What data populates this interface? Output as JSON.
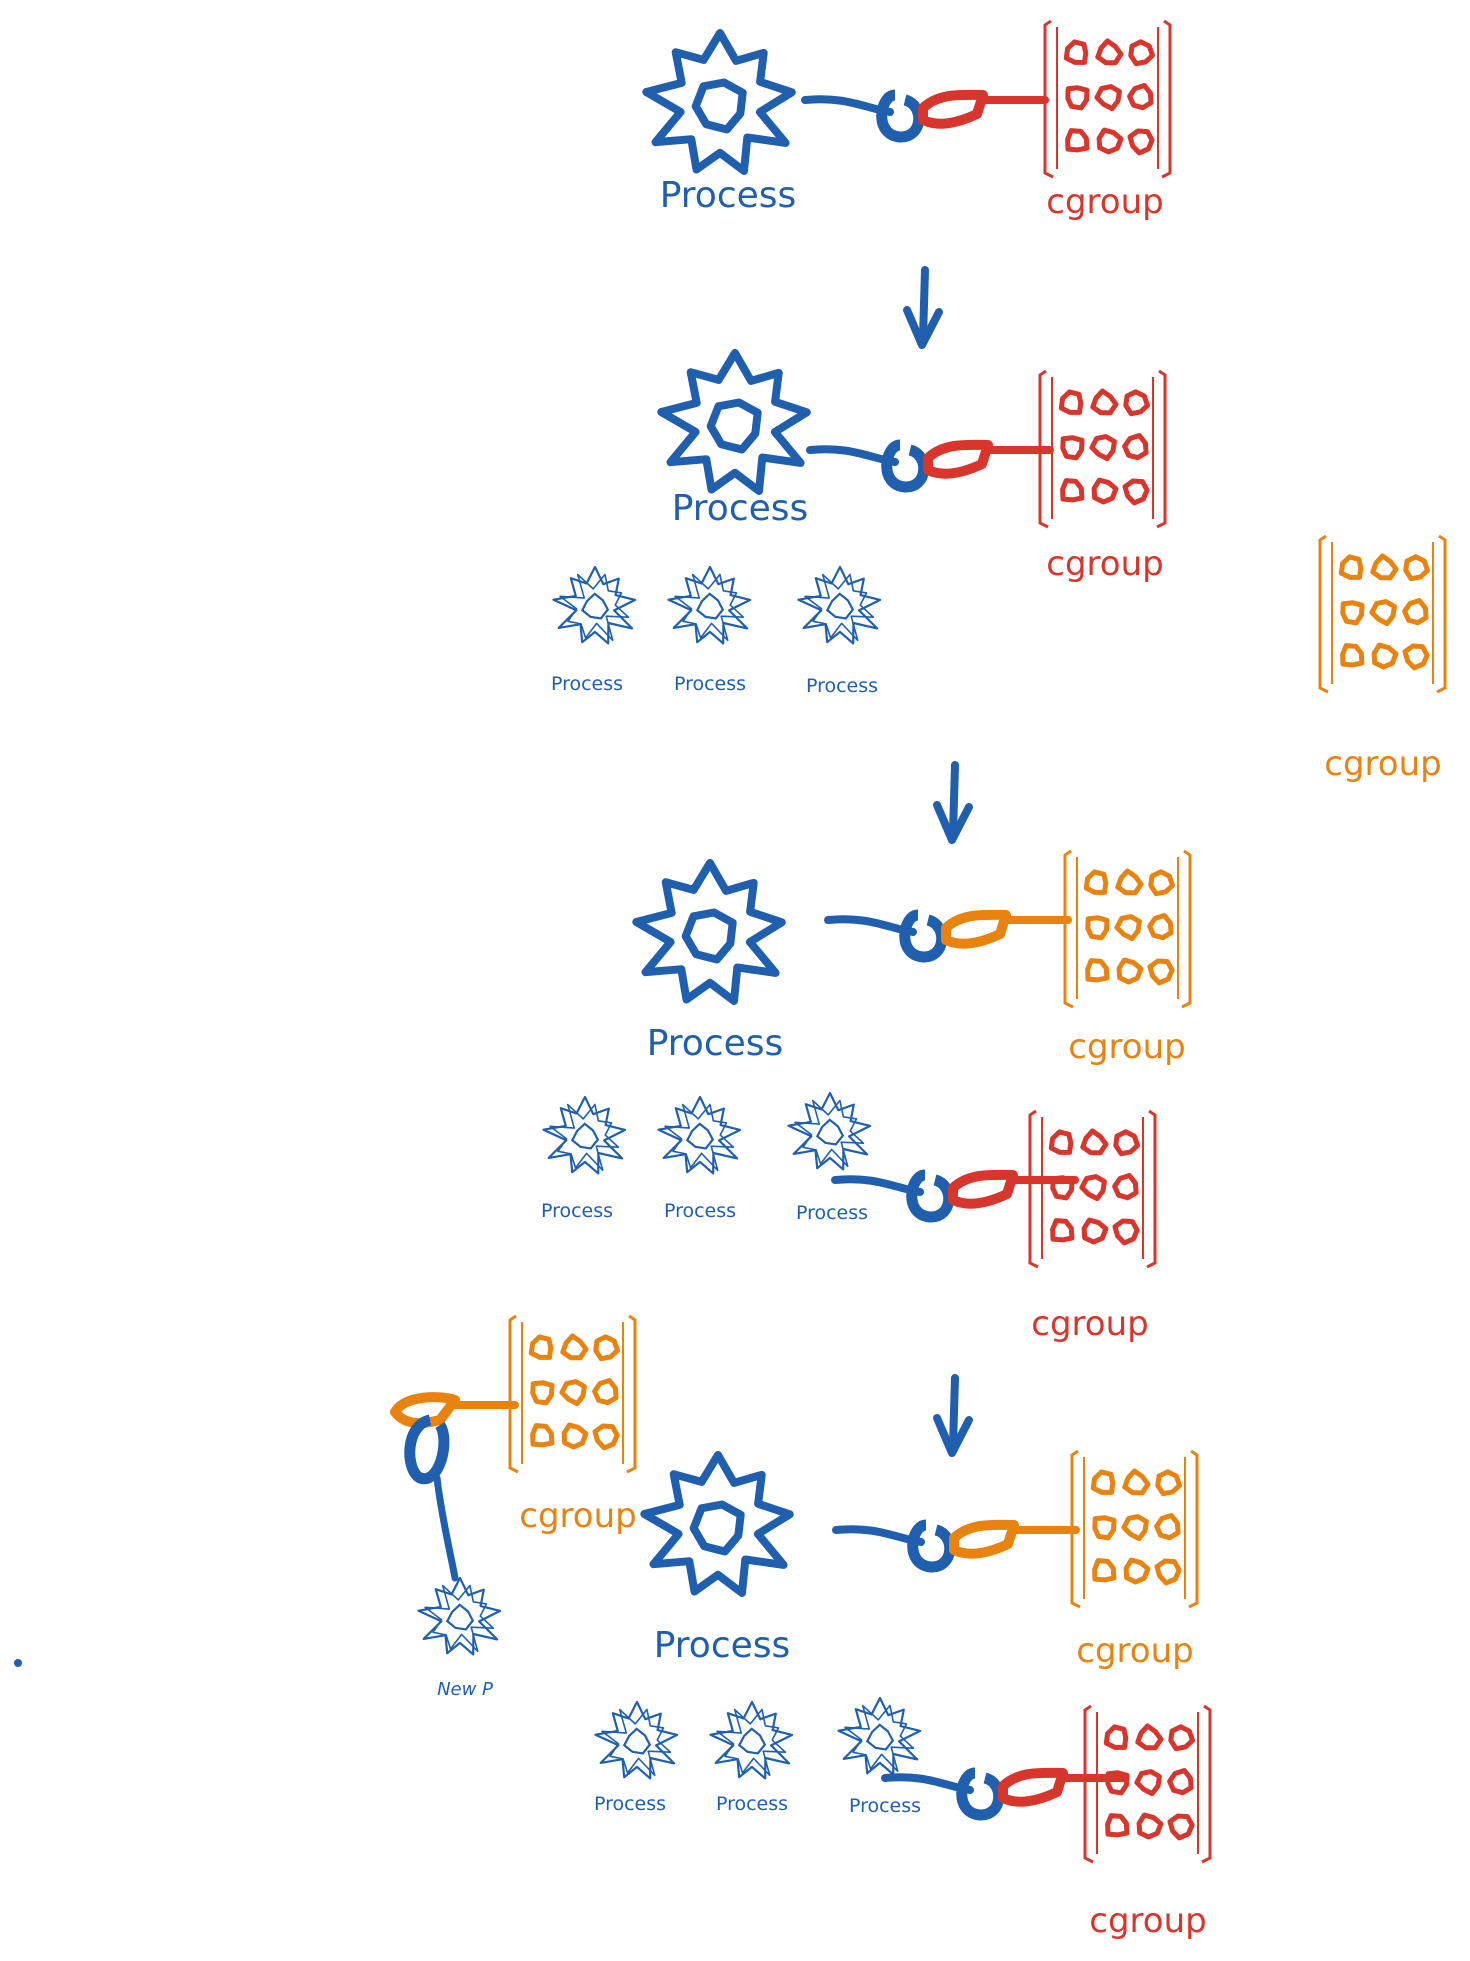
{
  "colors": {
    "blue": "#1f5fad",
    "red": "#d8352c",
    "orange": "#e8830f",
    "background": "#ffffff"
  },
  "labels": {
    "process": "Process",
    "cgroup": "cgroup",
    "new_process": "New P"
  },
  "stages": [
    {
      "main_process": "Process",
      "attached_cgroup": {
        "label": "cgroup",
        "color": "red"
      },
      "children": []
    },
    {
      "main_process": "Process",
      "attached_cgroup": {
        "label": "cgroup",
        "color": "red"
      },
      "children": [
        "Process",
        "Process",
        "Process"
      ],
      "detached_cgroup": {
        "label": "cgroup",
        "color": "orange"
      }
    },
    {
      "main_process": "Process",
      "attached_cgroup": {
        "label": "cgroup",
        "color": "orange"
      },
      "children": [
        "Process",
        "Process",
        "Process"
      ],
      "child_cgroup": {
        "label": "cgroup",
        "color": "red"
      }
    },
    {
      "main_process": "Process",
      "attached_cgroup": {
        "label": "cgroup",
        "color": "orange"
      },
      "children": [
        "Process",
        "Process",
        "Process"
      ],
      "child_cgroup": {
        "label": "cgroup",
        "color": "red"
      },
      "new_process": {
        "label": "New P",
        "cgroup": {
          "label": "cgroup",
          "color": "orange"
        }
      }
    }
  ]
}
